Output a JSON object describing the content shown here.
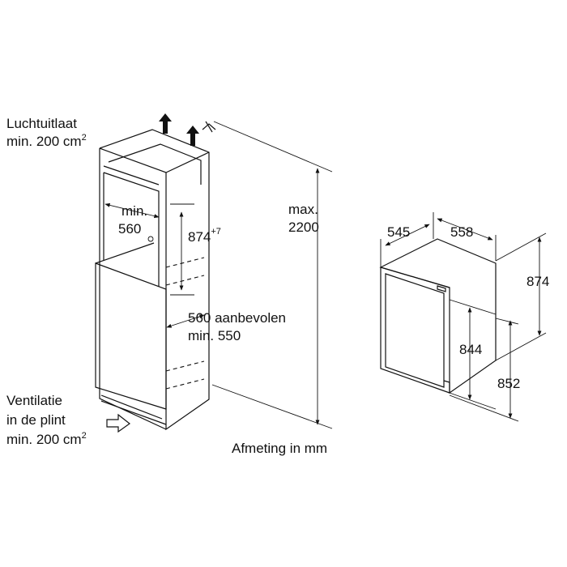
{
  "labels": {
    "air_outlet_line1": "Luchtuitlaat",
    "air_outlet_line2": "min. 200 cm",
    "air_outlet_sup": "2",
    "depth_min_line1": "min.",
    "depth_min_line2": "560",
    "niche_height": "874",
    "niche_height_sup": "+7",
    "niche_width_line1": "560 aanbevolen",
    "niche_width_line2": "min. 550",
    "max_height_line1": "max.",
    "max_height_line2": "2200",
    "ventilation_line1": "Ventilatie",
    "ventilation_line2": "in de plint",
    "ventilation_line3": "min. 200 cm",
    "ventilation_sup": "2",
    "units_caption": "Afmeting in mm",
    "appliance_depth": "545",
    "appliance_width": "558",
    "appliance_height": "874",
    "door_height": "844",
    "total_height": "852"
  }
}
